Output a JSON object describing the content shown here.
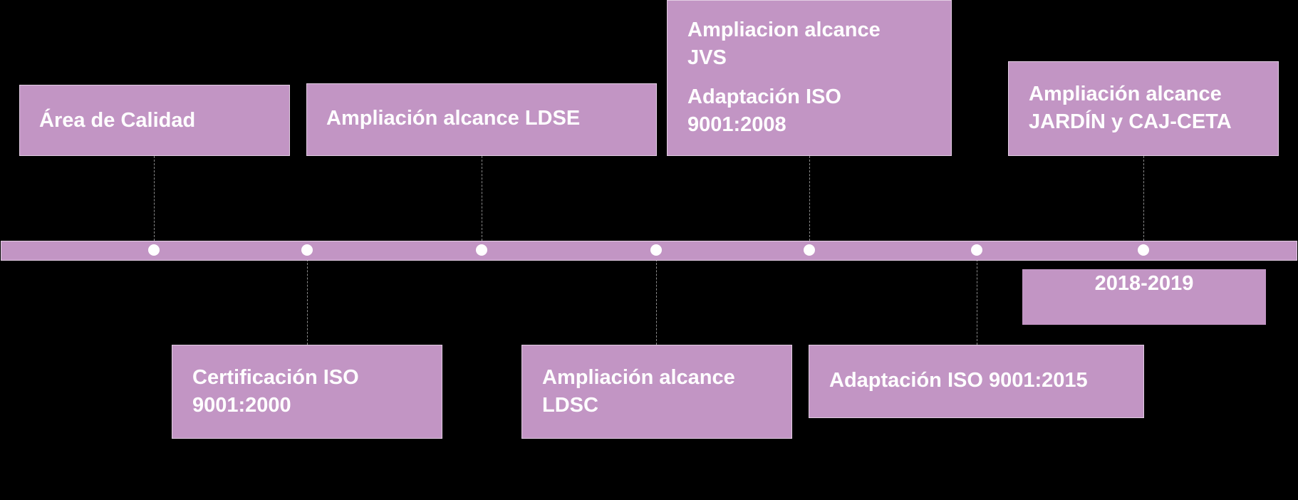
{
  "colors": {
    "background": "#000000",
    "box_fill": "#c295c4",
    "box_border": "#e2cde3",
    "text": "#ffffff",
    "marker": "#ffffff",
    "connector": "#8a8a8a"
  },
  "timeline": {
    "milestones": [
      {
        "id": "area-calidad",
        "lines": [
          "Área de Calidad"
        ]
      },
      {
        "id": "certificacion-iso-2000",
        "lines": [
          "Certificación ISO",
          "9001:2000"
        ]
      },
      {
        "id": "ampliacion-ldse",
        "lines": [
          "Ampliación alcance LDSE"
        ]
      },
      {
        "id": "ampliacion-ldsc",
        "lines": [
          "Ampliación alcance",
          "LDSC"
        ]
      },
      {
        "id": "ampliacion-jvs",
        "lines": [
          "Ampliacion alcance",
          "JVS"
        ],
        "extra_lines": [
          "Adaptación ISO",
          "9001:2008"
        ]
      },
      {
        "id": "adaptacion-iso-2015",
        "lines": [
          "Adaptación ISO 9001:2015"
        ]
      },
      {
        "id": "ampliacion-jardin",
        "lines": [
          "Ampliación alcance",
          "JARDÍN y CAJ-CETA"
        ]
      }
    ],
    "year_label": "2018-2019"
  }
}
